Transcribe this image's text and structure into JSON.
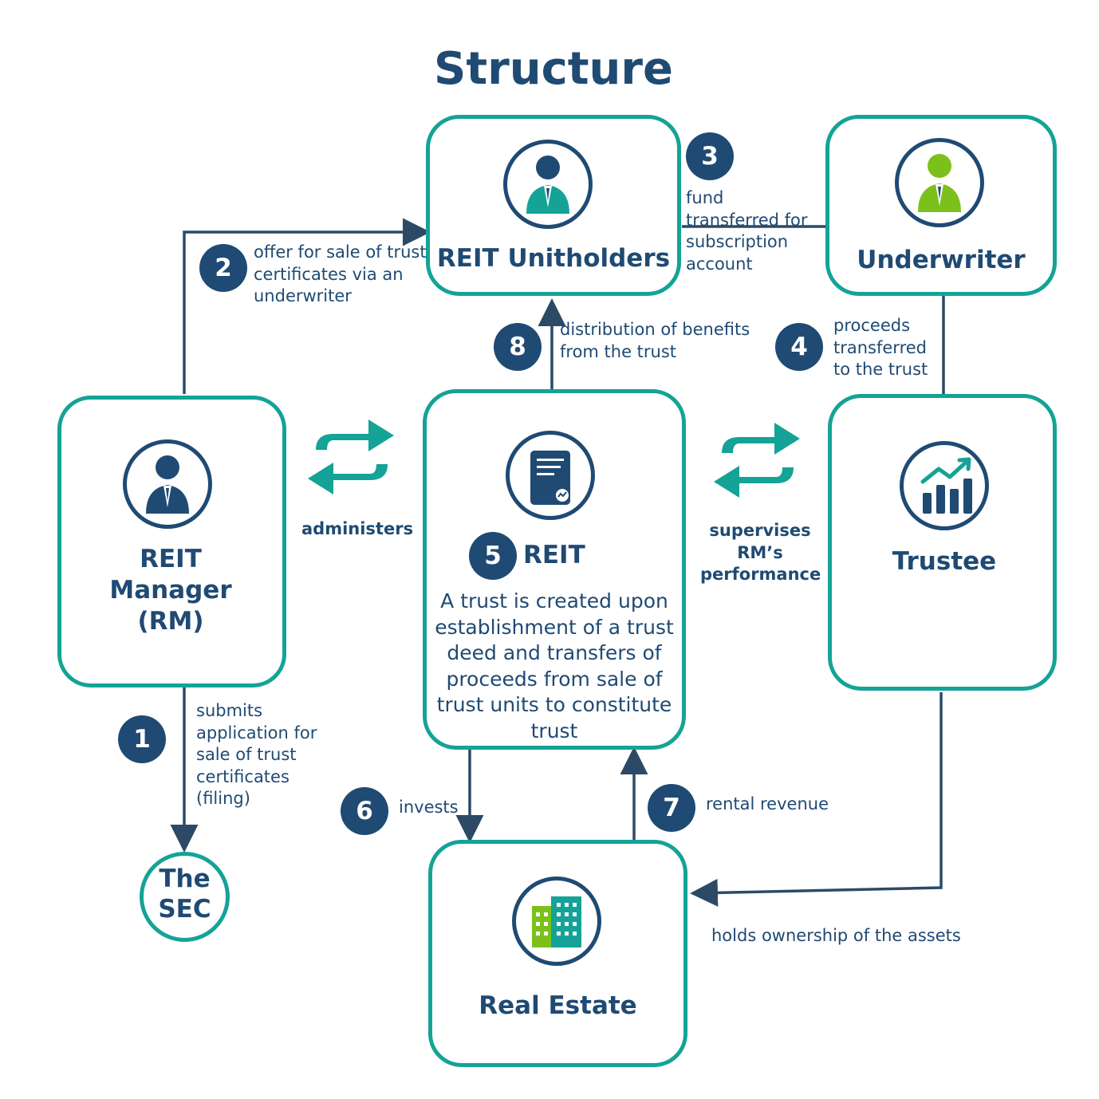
{
  "title": "Structure",
  "nodes": {
    "unitholders": "REIT Unitholders",
    "underwriter": "Underwriter",
    "manager": "REIT Manager (RM)",
    "reit": "REIT",
    "reit_description": "A trust is created upon establishment of a trust deed and transfers of proceeds from sale of trust units to constitute trust",
    "trustee": "Trustee",
    "sec": "The SEC",
    "real_estate": "Real Estate"
  },
  "steps": [
    {
      "number": "1",
      "text": "submits application for sale of trust certificates (filing)"
    },
    {
      "number": "2",
      "text": "offer for sale of trust certificates via an underwriter"
    },
    {
      "number": "3",
      "text": "fund transferred for subscription account"
    },
    {
      "number": "4",
      "text": "proceeds transferred to the trust"
    },
    {
      "number": "5"
    },
    {
      "number": "6",
      "text": "invests"
    },
    {
      "number": "7",
      "text": "rental revenue"
    },
    {
      "number": "8",
      "text": "distribution of benefits from the trust"
    }
  ],
  "relations": {
    "administers": "administers",
    "supervises": "supervises RM’s performance",
    "holds": "holds ownership of the assets"
  },
  "colors": {
    "navy": "#1f4a73",
    "teal": "#14a396",
    "green": "#7cc11b"
  },
  "icons": [
    "person-icon",
    "document-icon",
    "chart-icon",
    "building-icon",
    "swap-arrows-icon"
  ]
}
